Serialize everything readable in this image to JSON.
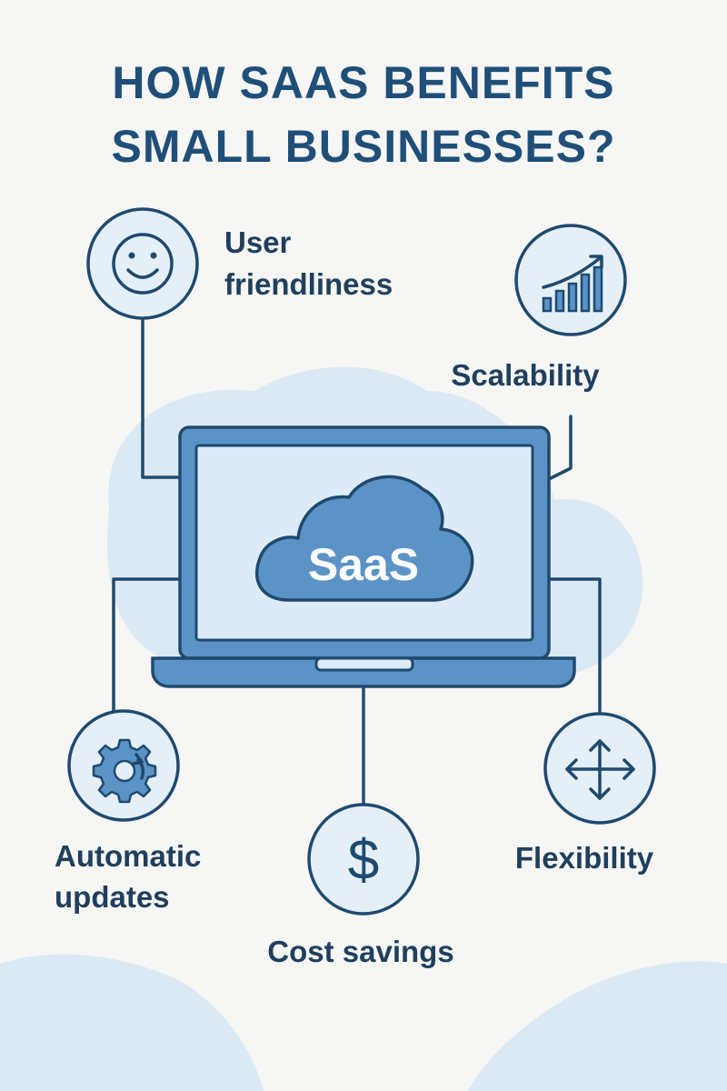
{
  "title": {
    "line1": "HOW SAAS BENEFITS",
    "line2": "SMALL BUSINESSES?"
  },
  "center": {
    "label": "SaaS",
    "icons": [
      "laptop-icon",
      "cloud-icon"
    ]
  },
  "benefits": [
    {
      "id": "user-friendliness",
      "label_lines": [
        "User",
        "friendliness"
      ],
      "icon": "smiley-icon"
    },
    {
      "id": "scalability",
      "label_lines": [
        "Scalability"
      ],
      "icon": "growth-chart-icon"
    },
    {
      "id": "automatic-updates",
      "label_lines": [
        "Automatic",
        "updates"
      ],
      "icon": "gear-refresh-icon"
    },
    {
      "id": "cost-savings",
      "label_lines": [
        "Cost savings"
      ],
      "icon": "dollar-icon"
    },
    {
      "id": "flexibility",
      "label_lines": [
        "Flexibility"
      ],
      "icon": "move-arrows-icon"
    }
  ],
  "colors": {
    "background": "#f6f6f4",
    "title": "#1f4f78",
    "outline": "#1f4a6e",
    "laptop_fill": "#5b93c7",
    "screen_fill": "#dcebf7",
    "circle_fill": "#e4eff8",
    "blob_fill": "#dbe9f4"
  }
}
